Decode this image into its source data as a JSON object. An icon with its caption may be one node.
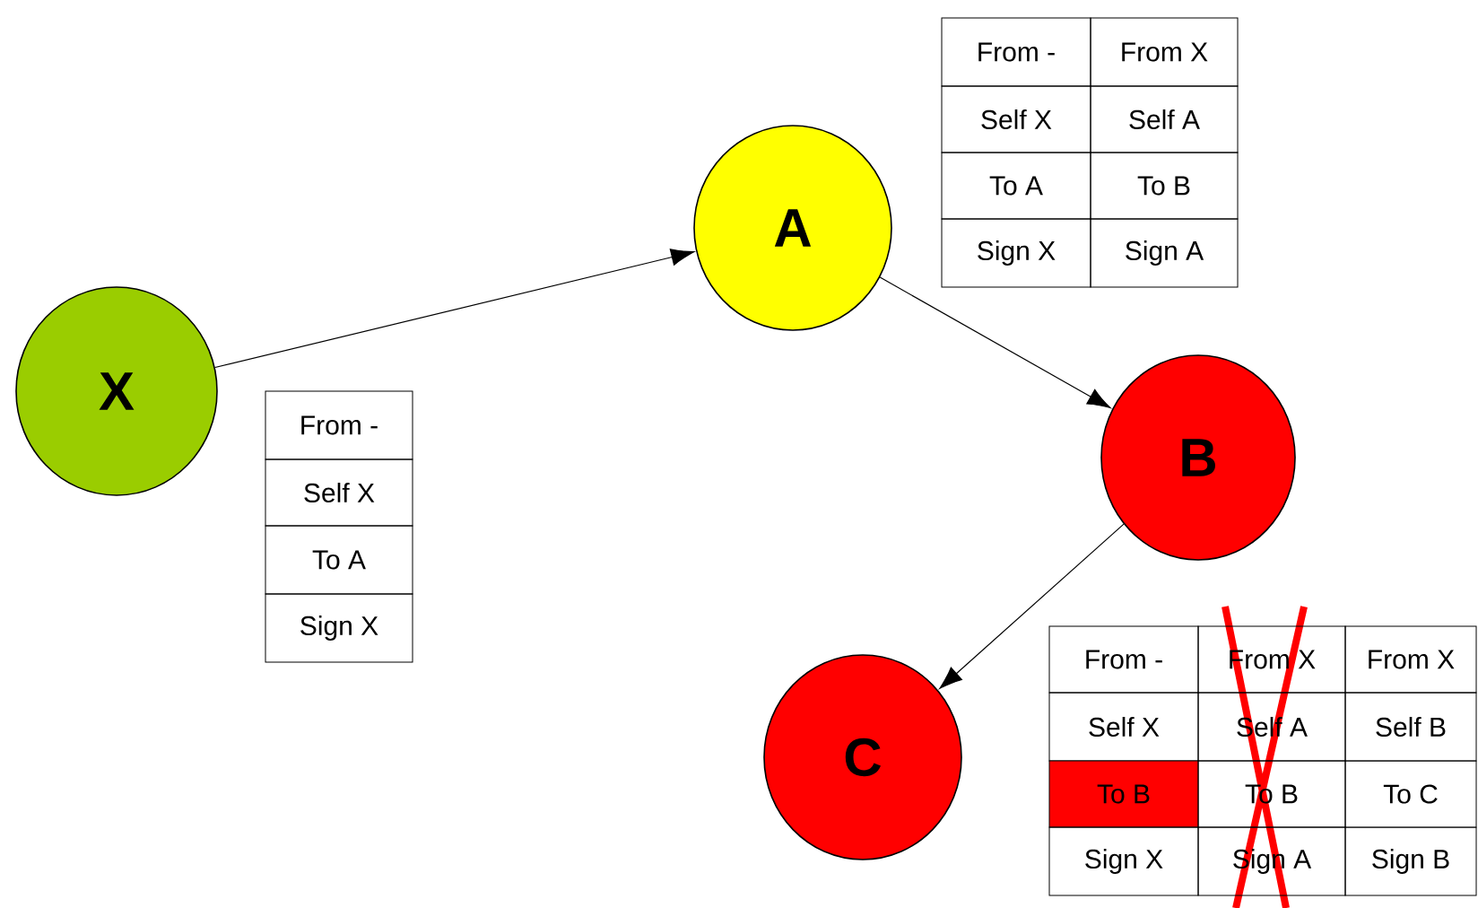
{
  "diagram": {
    "nodes": [
      {
        "text": [
          "X"
        ]
      },
      {
        "text": [
          "A"
        ]
      },
      {
        "text": [
          "B"
        ]
      },
      {
        "text": [
          "C"
        ]
      }
    ],
    "edges": [
      {
        "from": 0,
        "to": 1,
        "arrow": "to"
      },
      {
        "from": 1,
        "to": 2,
        "arrow": "to"
      },
      {
        "from": 2,
        "to": 3,
        "arrow": "to"
      }
    ],
    "labels": [
      "From -",
      "From X",
      "Self X",
      "Self A",
      "To A",
      "To B",
      "Sign X",
      "Sign A",
      "From -",
      "Self X",
      "To A",
      "Sign X",
      "From -",
      "From X",
      "From X",
      "Self X",
      "Self A",
      "Self B",
      "To B",
      "To B",
      "To C",
      "Sign X",
      "Sign A",
      "Sign B"
    ]
  }
}
